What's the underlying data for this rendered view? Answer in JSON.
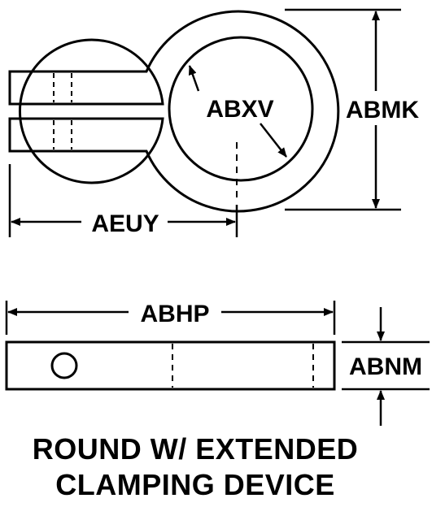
{
  "labels": {
    "inner_diameter": "ABXV",
    "outer_height": "ABMK",
    "extension_length": "AEUY",
    "overall_length": "ABHP",
    "thickness": "ABNM"
  },
  "caption": {
    "line1": "ROUND W/ EXTENDED",
    "line2": "CLAMPING DEVICE"
  },
  "colors": {
    "line": "#000000",
    "background": "#ffffff"
  }
}
